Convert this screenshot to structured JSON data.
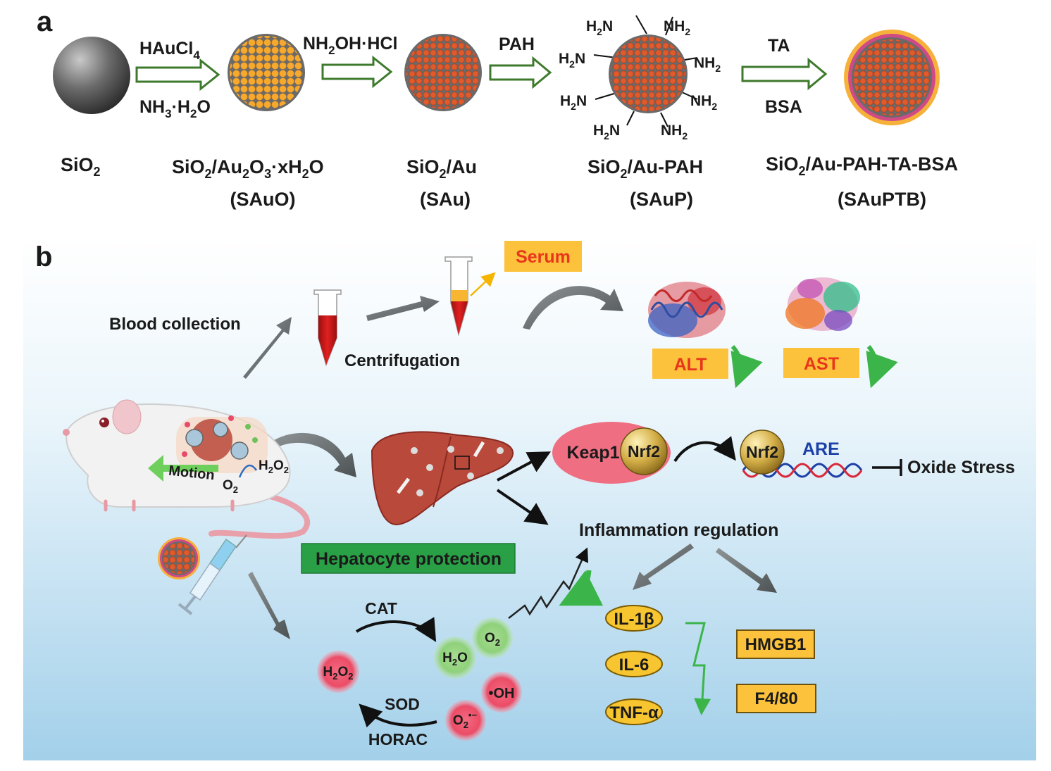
{
  "panel_a": {
    "label": "a",
    "steps": [
      {
        "top": "HAuCl",
        "top_sub": "4",
        "bottom": "NH",
        "bottom_sub": "3",
        "bottom_tail": "·H",
        "bottom_sub2": "2",
        "bottom_end": "O"
      },
      {
        "top": "NH",
        "top_sub": "2",
        "top_tail": "OH·HCl"
      },
      {
        "top": "PAH"
      },
      {
        "top": "TA",
        "bottom": "BSA"
      }
    ],
    "amine": {
      "h2n": "H",
      "sub": "2",
      "n": "N",
      "nh": "NH"
    },
    "products": [
      {
        "name": "SiO",
        "name_sub": "2"
      },
      {
        "name": "SiO",
        "name_sub": "2",
        "name_tail": "/Au",
        "name_sub2": "2",
        "name_tail2": "O",
        "name_sub3": "3",
        "name_tail3": "·xH",
        "name_sub4": "2",
        "name_tail4": "O",
        "abbr": "(SAuO)"
      },
      {
        "name": "SiO",
        "name_sub": "2",
        "name_tail": "/Au",
        "abbr": "(SAu)"
      },
      {
        "name": "SiO",
        "name_sub": "2",
        "name_tail": "/Au-PAH",
        "abbr": "(SAuP)"
      },
      {
        "name": "SiO",
        "name_sub": "2",
        "name_tail": "/Au-PAH-TA-BSA",
        "abbr": "(SAuPTB)"
      }
    ]
  },
  "panel_b": {
    "label": "b",
    "blood_collection": "Blood collection",
    "centrifugation": "Centrifugation",
    "serum": "Serum",
    "alt": "ALT",
    "ast": "AST",
    "motion": "Motion",
    "h2o2_mouse": {
      "a": "H",
      "s1": "2",
      "b": "O",
      "s2": "2"
    },
    "o2_mouse": {
      "a": "O",
      "s1": "2"
    },
    "keap1": "Keap1",
    "nrf2": "Nrf2",
    "are": "ARE",
    "oxide_stress": "Oxide Stress",
    "hepatocyte": "Hepatocyte protection",
    "inflammation": "Inflammation regulation",
    "cat": "CAT",
    "sod": "SOD",
    "horac": "HORAC",
    "species": {
      "h2o2": {
        "a": "H",
        "s1": "2",
        "b": "O",
        "s2": "2"
      },
      "h2o": {
        "a": "H",
        "s1": "2",
        "b": "O"
      },
      "o2": {
        "a": "O",
        "s1": "2"
      },
      "oh": "•OH",
      "o2r": {
        "a": "O",
        "s1": "2",
        "sup": "•−"
      }
    },
    "cytokines": [
      "IL-1β",
      "IL-6",
      "TNF-α"
    ],
    "markers": [
      "HMGB1",
      "F4/80"
    ]
  },
  "colors": {
    "bg_top": "#ffffff",
    "bg_bottom": "#a6d2ec",
    "arrow_green": "#3e7a2c",
    "label_box": "#fcc23c",
    "label_red": "#e8361c",
    "hepato_green": "#29a046",
    "liver": "#b9493a",
    "keap1": "#ef6e82",
    "nrf2_gold": "#c9a43e",
    "are_blue": "#1c3fa8",
    "ros_red": "#ec4c66",
    "green_sphere": "#82c96d"
  }
}
